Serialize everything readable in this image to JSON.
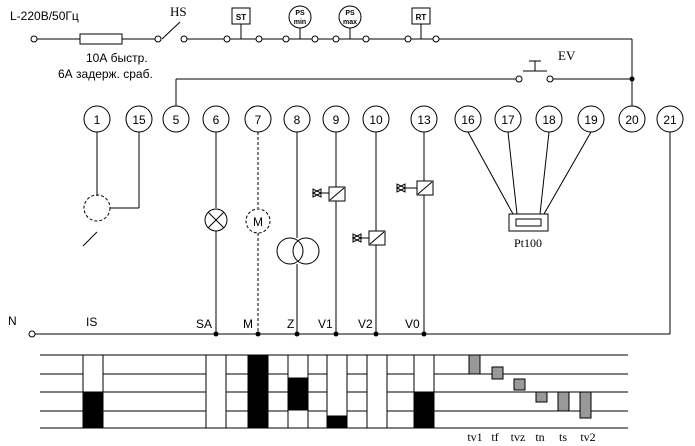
{
  "supply": {
    "label": "L-220В/50Гц",
    "fuse_line1": "10А быстр.",
    "fuse_line2": "6А задерж. сраб.",
    "switch_label": "HS"
  },
  "neutral_label": "N",
  "top_devices": {
    "st": "ST",
    "ps_min_top": "PS",
    "ps_min_bottom": "min",
    "ps_max_top": "PS",
    "ps_max_bottom": "max",
    "rt": "RT",
    "ev": "EV"
  },
  "terminals": [
    "1",
    "15",
    "5",
    "6",
    "7",
    "8",
    "9",
    "10",
    "13",
    "16",
    "17",
    "18",
    "19",
    "20",
    "21"
  ],
  "components": {
    "motor": "M",
    "sensor": "Pt100"
  },
  "bus_labels": [
    "IS",
    "SA",
    "M",
    "Z",
    "V1",
    "V2",
    "V0"
  ],
  "timing_labels": [
    "tv1",
    "tf",
    "tvz",
    "tn",
    "ts",
    "tv2"
  ],
  "colors": {
    "line": "#000000",
    "timing_block": "#999999"
  }
}
